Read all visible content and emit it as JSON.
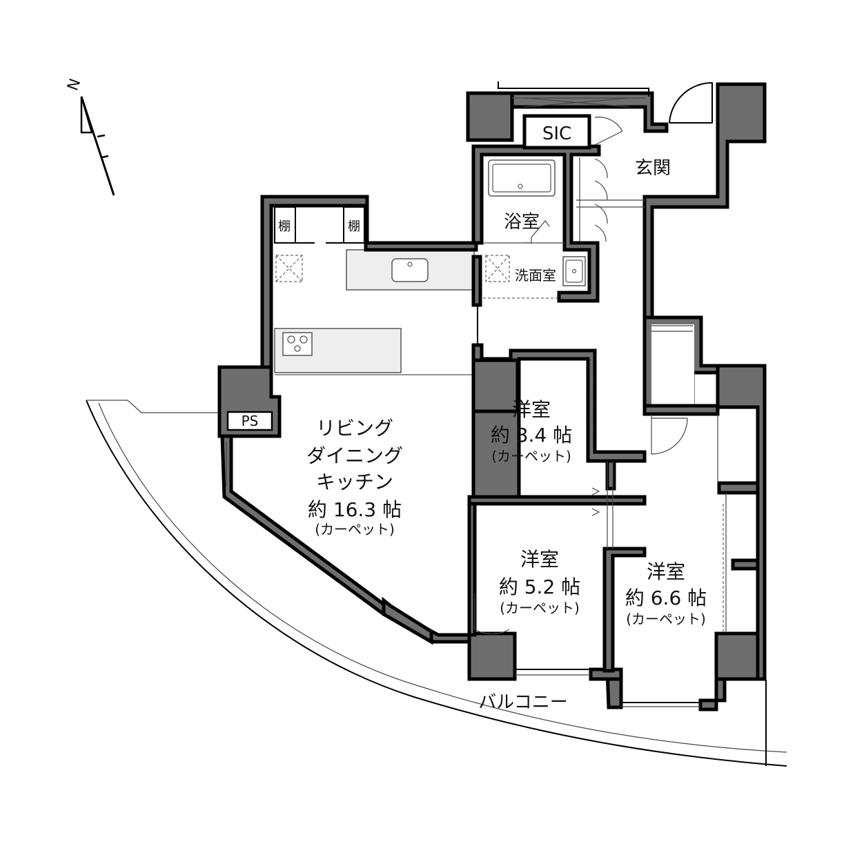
{
  "north": "N",
  "rooms": {
    "sic": "SIC",
    "entrance": "玄関",
    "bath": "浴室",
    "washroom": "洗面室",
    "shelf_left": "棚",
    "shelf_right": "棚",
    "ps": "PS",
    "balcony": "バルコニー",
    "ldk": {
      "line1": "リビング",
      "line2": "ダイニング",
      "line3": "キッチン",
      "area": "約 16.3 帖",
      "floor": "(カーペット)"
    },
    "room_a": {
      "name": "洋室",
      "area": "約 3.4 帖",
      "floor": "(カーペット)"
    },
    "room_b": {
      "name": "洋室",
      "area": "約 5.2 帖",
      "floor": "(カーペット)"
    },
    "room_c": {
      "name": "洋室",
      "area": "約 6.6 帖",
      "floor": "(カーペット)"
    }
  }
}
